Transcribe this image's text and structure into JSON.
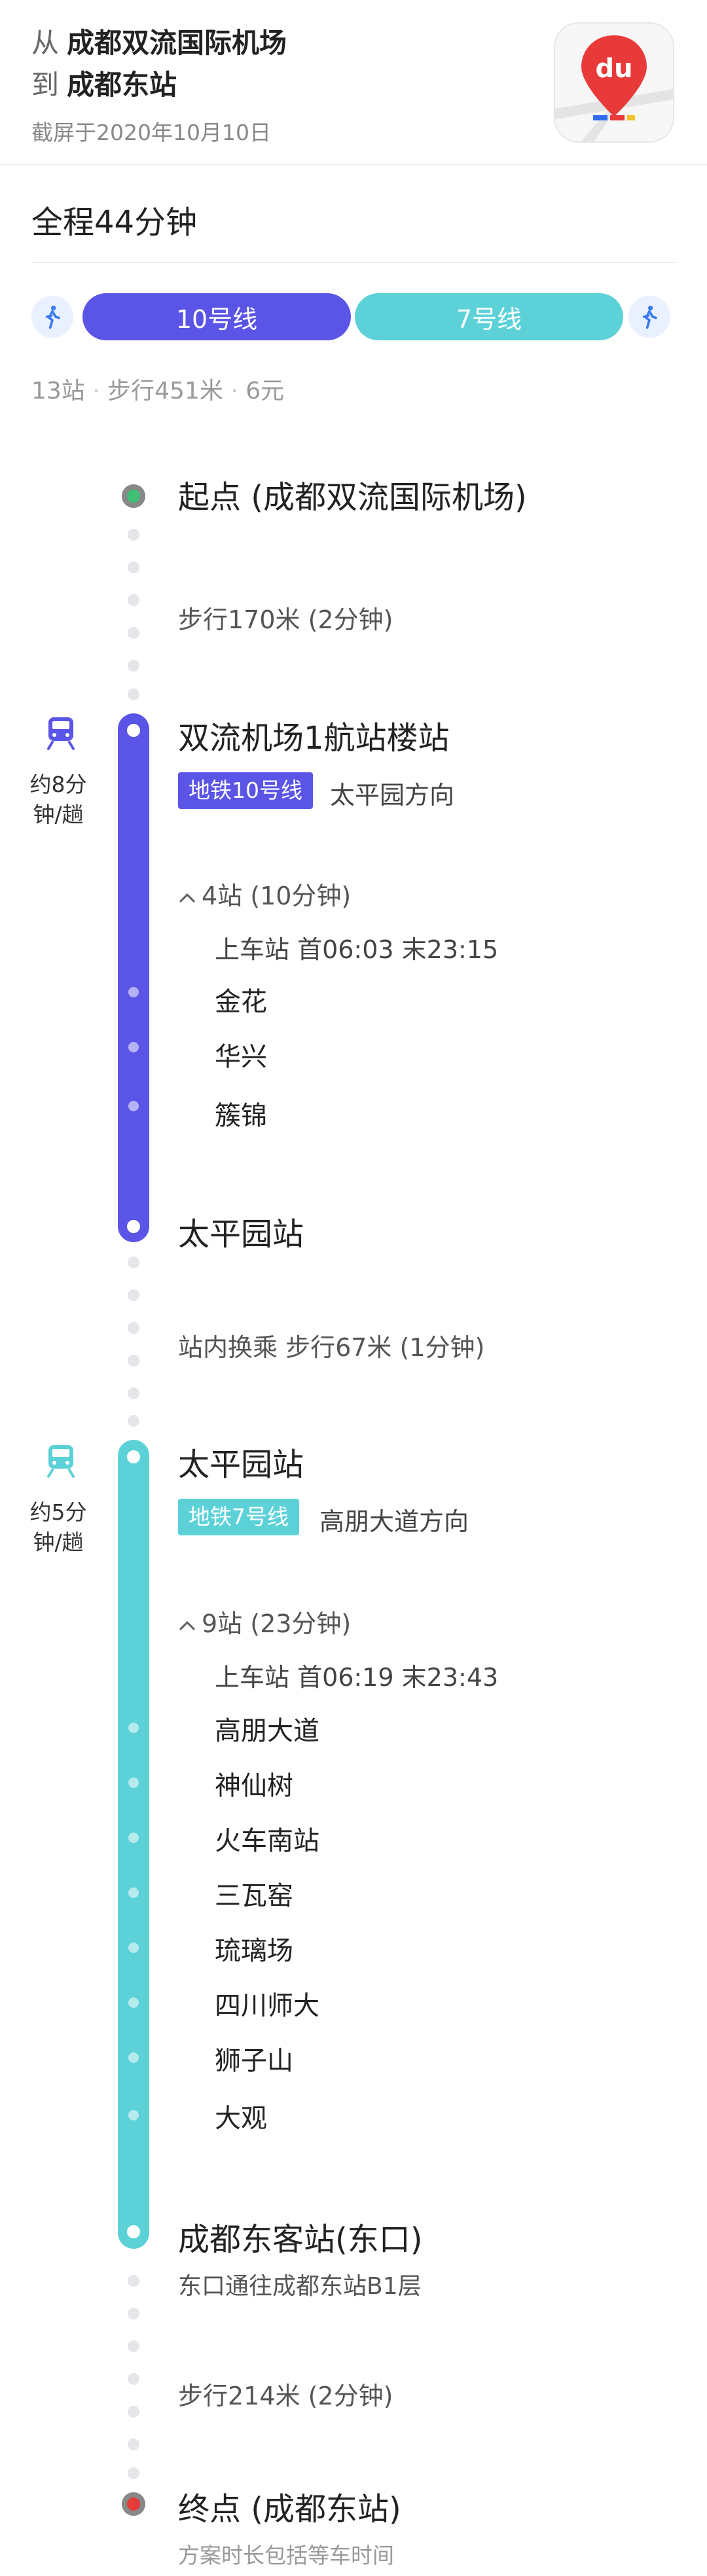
{
  "header": {
    "from_prefix": "从",
    "from_name": "成都双流国际机场",
    "to_prefix": "到",
    "to_name": "成都东站",
    "screenshot_date": "截屏于2020年10月10日",
    "app_icon_text": "du"
  },
  "summary": {
    "total_time": "全程44分钟",
    "segments": [
      {
        "label": "10号线",
        "color": "#5a55e6"
      },
      {
        "label": "7号线",
        "color": "#5cd2d8"
      }
    ],
    "meta": [
      "13站",
      "步行451米",
      "6元"
    ]
  },
  "route": {
    "start": "起点 (成都双流国际机场)",
    "walk1": "步行170米 (2分钟)",
    "leg1": {
      "frequency": "约8分钟/趟",
      "board_station": "双流机场1航站楼站",
      "line_badge": "地铁10号线",
      "direction": "太平园方向",
      "stops_summary": "4站 (10分钟)",
      "times": "上车站 首06:03 末23:15",
      "stops": [
        "金花",
        "华兴",
        "簇锦"
      ],
      "alight_station": "太平园站",
      "color": "#5a55e6"
    },
    "transfer": "站内换乘 步行67米 (1分钟)",
    "leg2": {
      "frequency": "约5分钟/趟",
      "board_station": "太平园站",
      "line_badge": "地铁7号线",
      "direction": "高朋大道方向",
      "stops_summary": "9站 (23分钟)",
      "times": "上车站 首06:19 末23:43",
      "stops": [
        "高朋大道",
        "神仙树",
        "火车南站",
        "三瓦窑",
        "琉璃场",
        "四川师大",
        "狮子山",
        "大观"
      ],
      "alight_station": "成都东客站(东口)",
      "exit_note": "东口通往成都东站B1层",
      "color": "#5cd2d8"
    },
    "walk2": "步行214米 (2分钟)",
    "end": "终点 (成都东站)",
    "footnote": "方案时长包括等车时间"
  }
}
